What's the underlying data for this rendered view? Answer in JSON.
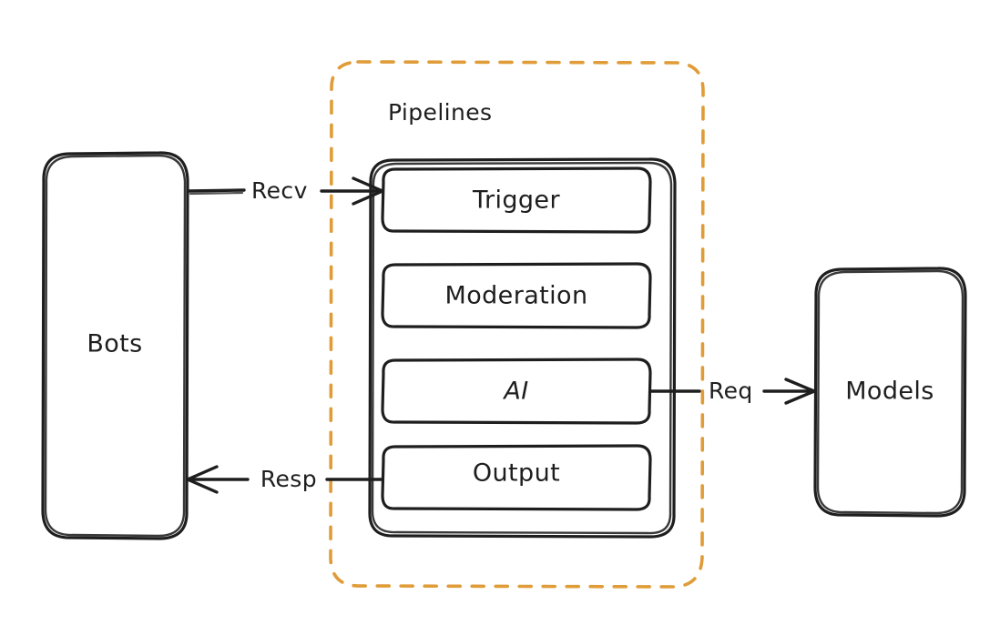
{
  "diagram": {
    "title": "Bots / Pipelines / Models architecture",
    "background": "#ffffff",
    "stroke_color": "#1e1e1e",
    "group_color": "#e09c38",
    "nodes": {
      "bots": {
        "label": "Bots"
      },
      "models": {
        "label": "Models"
      },
      "pipelines_group": {
        "label": "Pipelines"
      },
      "pipeline_container": {
        "label": ""
      },
      "stages": [
        {
          "id": "trigger",
          "label": "Trigger"
        },
        {
          "id": "moderation",
          "label": "Moderation"
        },
        {
          "id": "ai",
          "label": "AI"
        },
        {
          "id": "output",
          "label": "Output"
        }
      ]
    },
    "edges": [
      {
        "id": "recv",
        "label": "Recv",
        "from": "bots",
        "to": "trigger",
        "direction": "right"
      },
      {
        "id": "resp",
        "label": "Resp",
        "from": "output",
        "to": "bots",
        "direction": "left"
      },
      {
        "id": "req",
        "label": "Req",
        "from": "ai",
        "to": "models",
        "direction": "right"
      }
    ]
  }
}
